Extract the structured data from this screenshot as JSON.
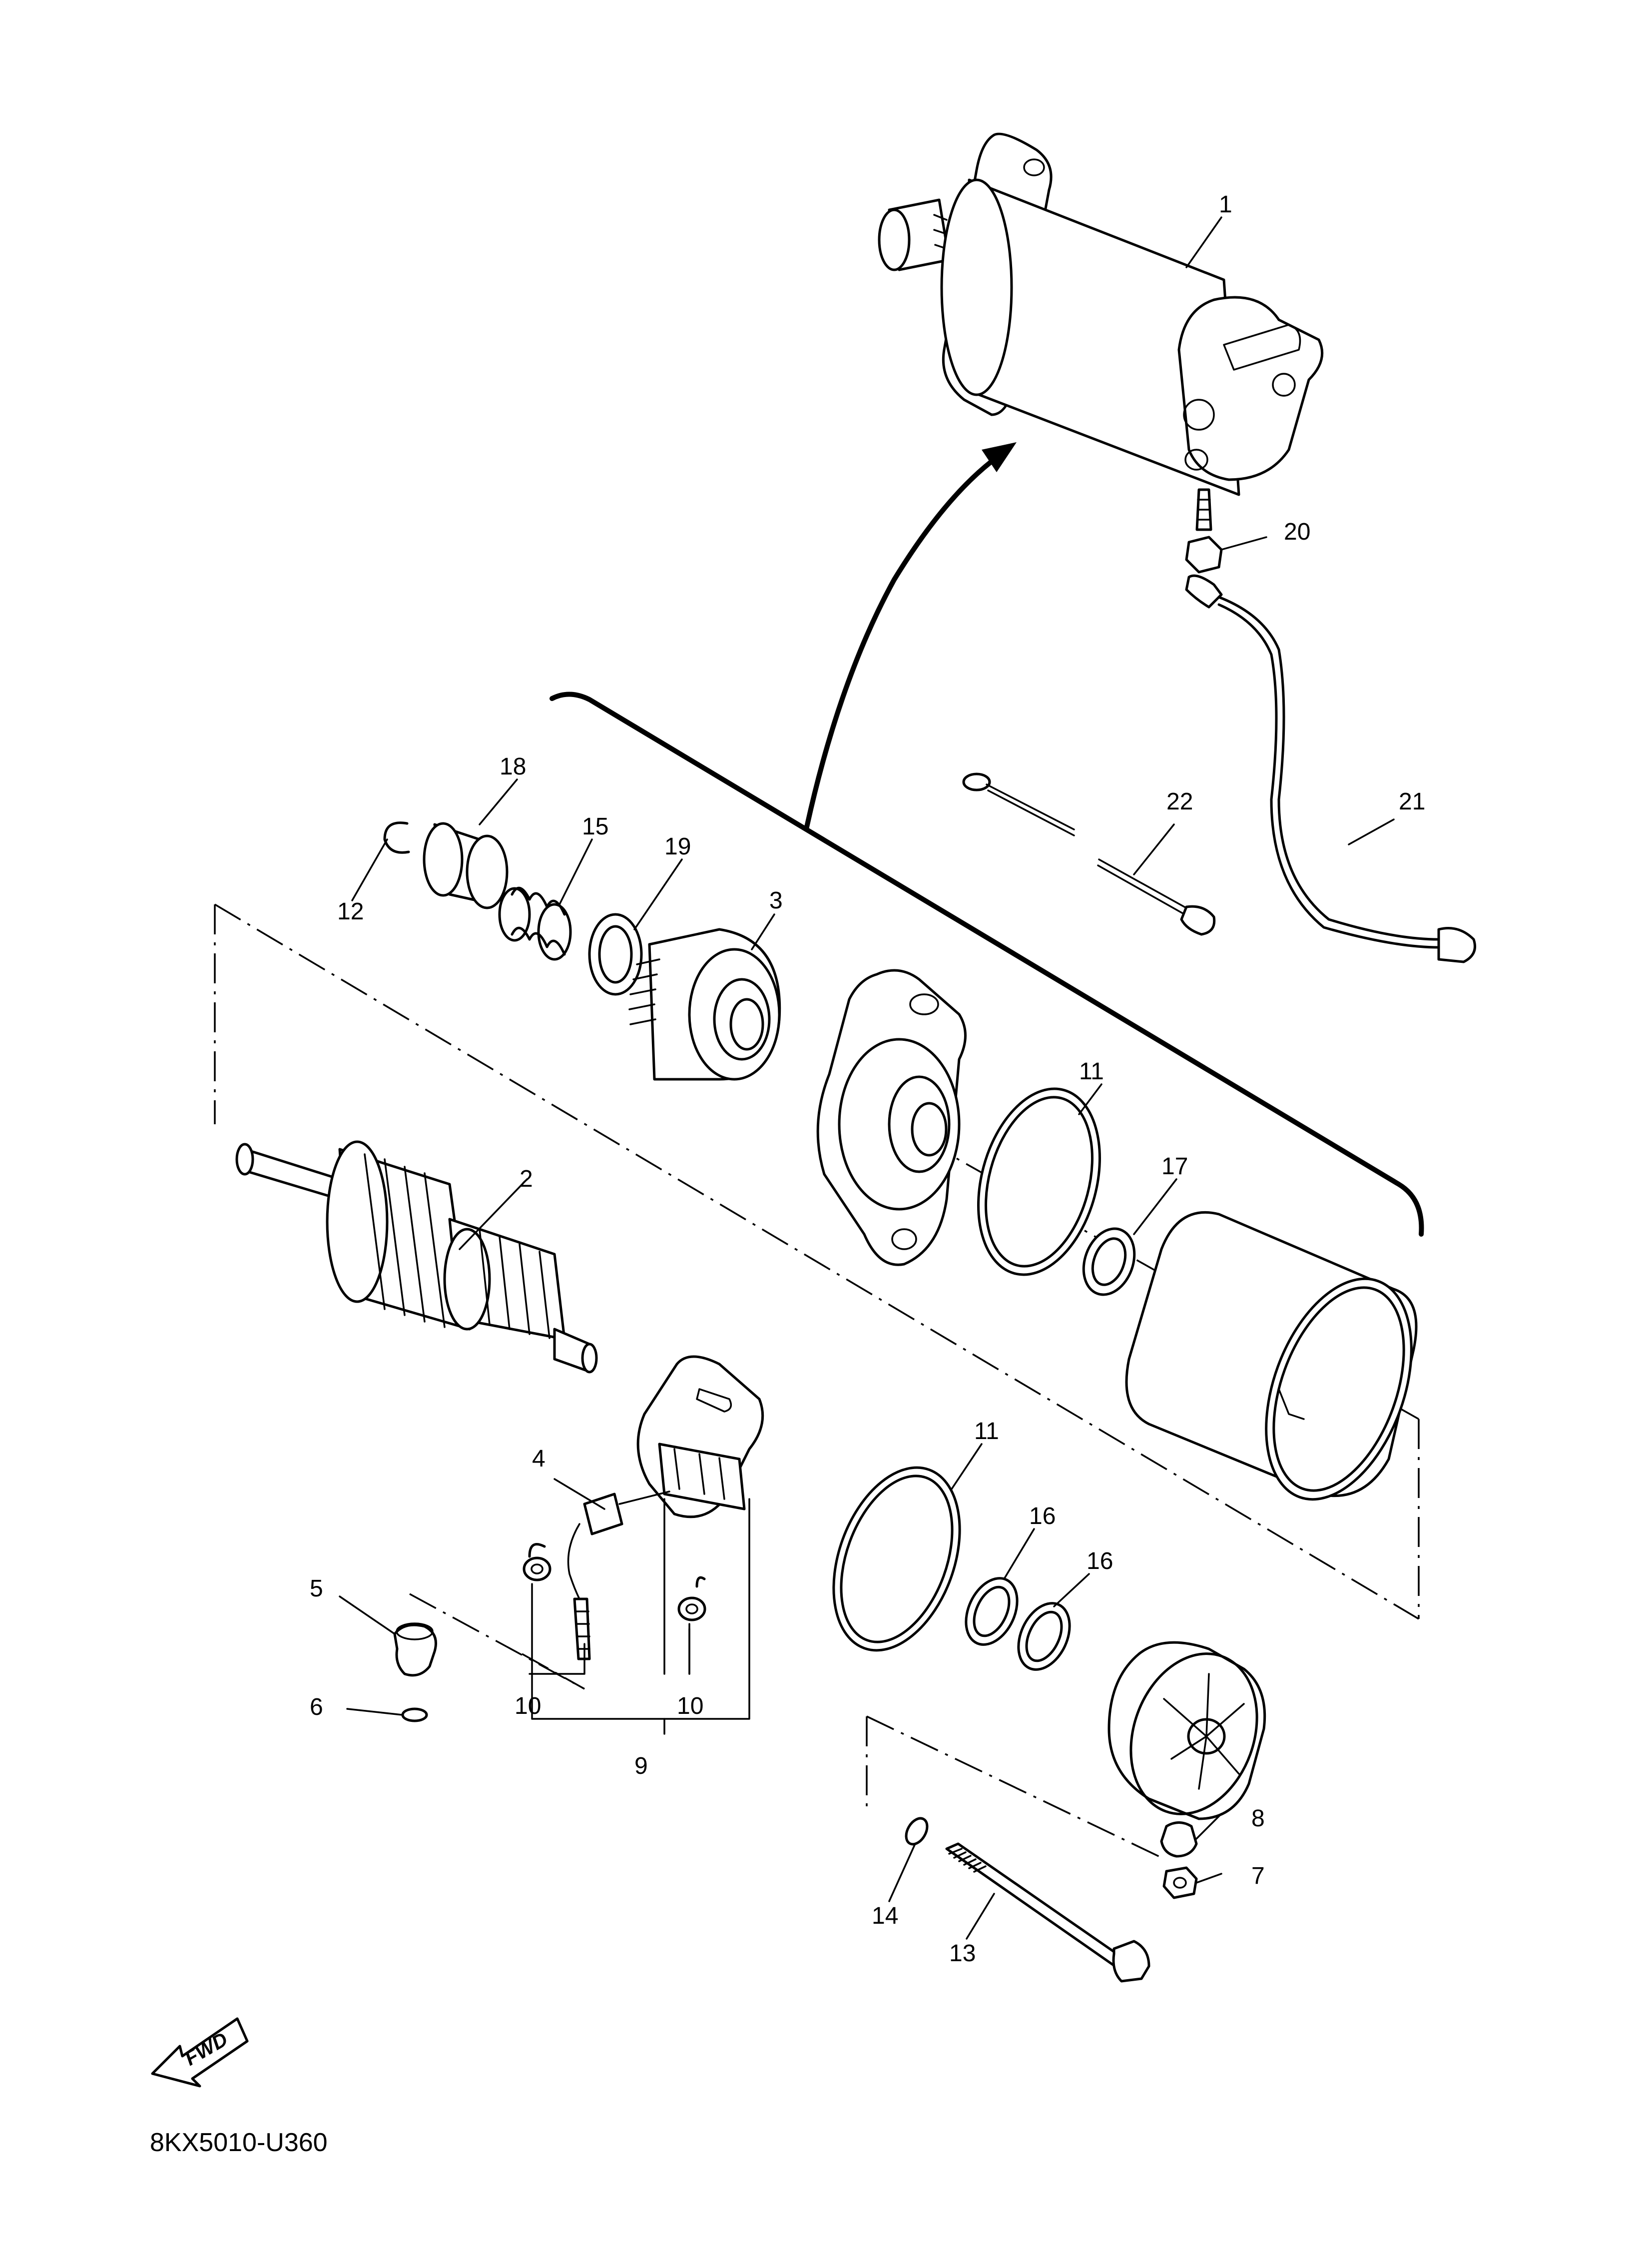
{
  "diagram": {
    "type": "exploded-parts-view",
    "drawing_code": "8KX5010-U360",
    "direction_badge": "FWD",
    "callouts": [
      "1",
      "2",
      "3",
      "4",
      "5",
      "6",
      "7",
      "8",
      "9",
      "10",
      "10",
      "11",
      "11",
      "12",
      "13",
      "14",
      "15",
      "16",
      "16",
      "17",
      "18",
      "19",
      "20",
      "21",
      "22"
    ]
  }
}
